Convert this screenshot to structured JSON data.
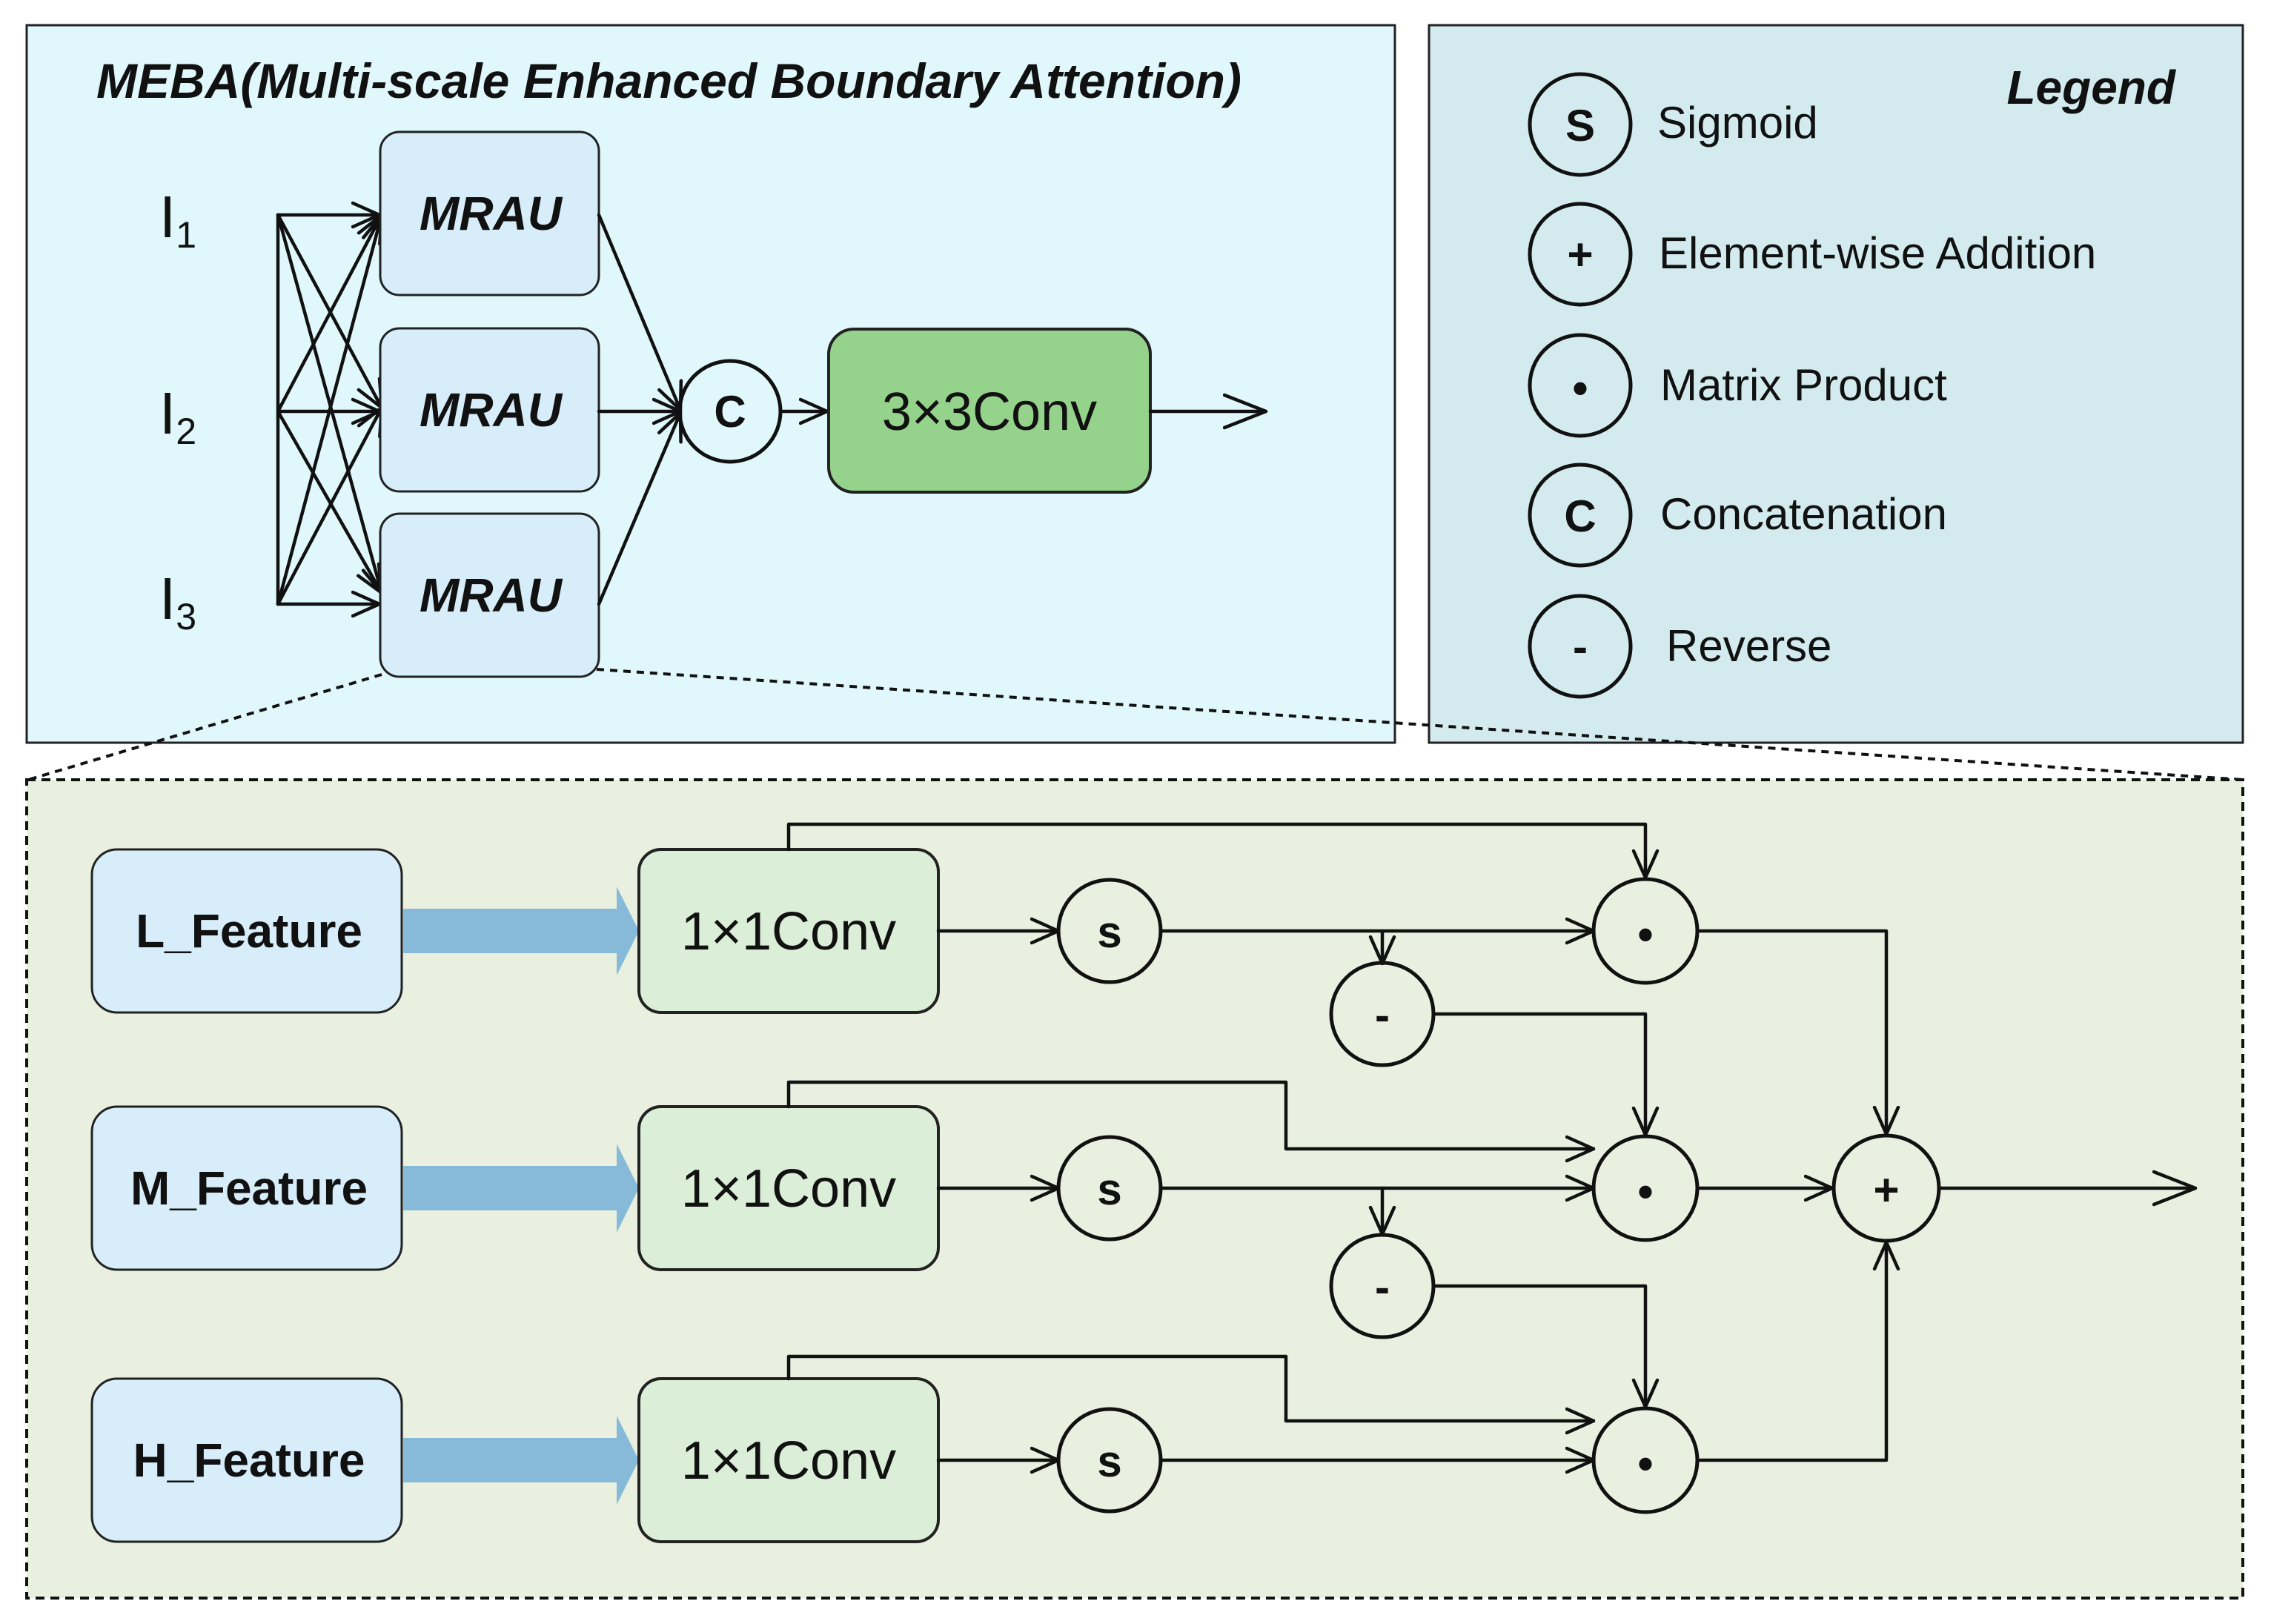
{
  "meba": {
    "title": "MEBA(Multi-scale Enhanced Boundary Attention)",
    "inputs": [
      {
        "letter": "I",
        "sub": "1"
      },
      {
        "letter": "I",
        "sub": "2"
      },
      {
        "letter": "I",
        "sub": "3"
      }
    ],
    "units": [
      "MRAU",
      "MRAU",
      "MRAU"
    ],
    "concat_symbol": "C",
    "conv_label": "3×3Conv"
  },
  "legend": {
    "title": "Legend",
    "items": [
      {
        "symbol": "S",
        "label": "Sigmoid"
      },
      {
        "symbol": "+",
        "label": "Element-wise Addition"
      },
      {
        "symbol": "•",
        "label": "Matrix Product"
      },
      {
        "symbol": "C",
        "label": "Concatenation"
      },
      {
        "symbol": "-",
        "label": "Reverse"
      }
    ]
  },
  "mrau_detail": {
    "features": [
      "L_Feature",
      "M_Feature",
      "H_Feature"
    ],
    "conv_label": "1×1Conv",
    "sigmoid_symbol": "s",
    "reverse_symbol": "-",
    "product_symbol": "•",
    "add_symbol": "+"
  },
  "colors": {
    "meba_panel": "#e0f8fc",
    "legend_panel": "#d3ebef",
    "detail_panel": "#e9f0df",
    "mrau_box": "#d7edf9",
    "conv3_box": "#95d28b",
    "conv1_box": "#dbeed7",
    "feature_box": "#d7edf9",
    "thick_arrow": "#86bad8"
  }
}
